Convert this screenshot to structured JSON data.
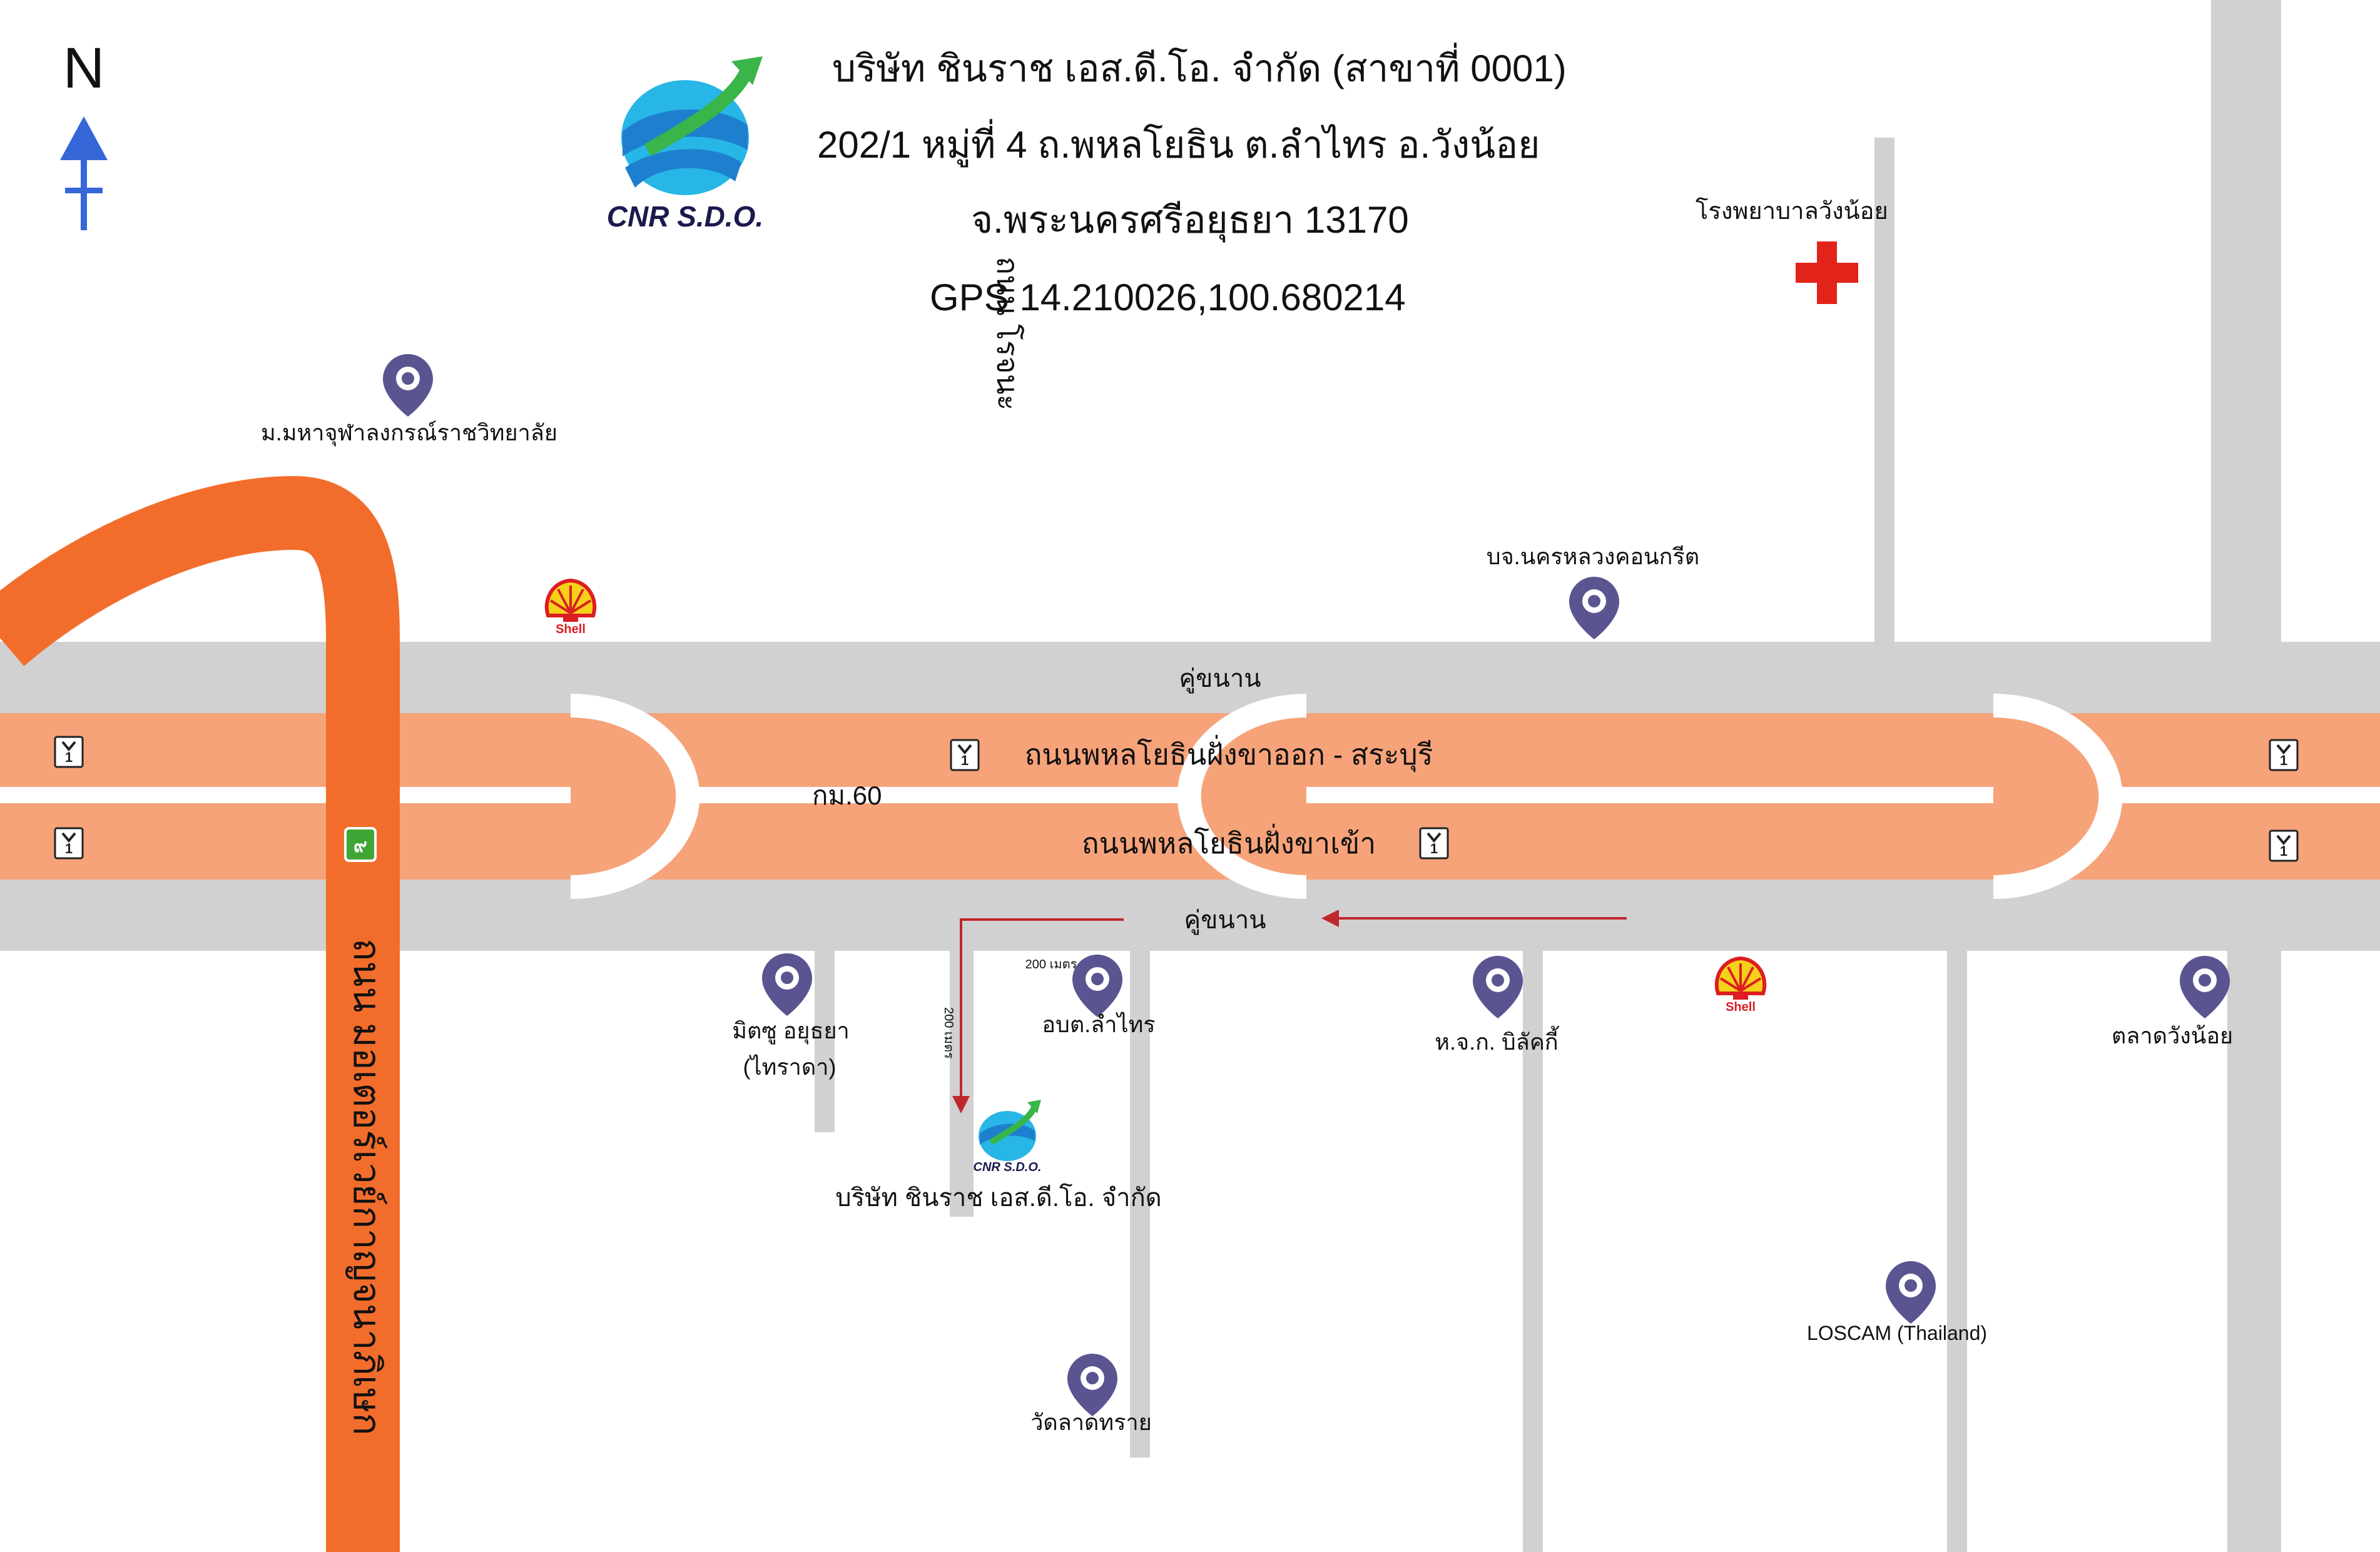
{
  "compass": {
    "label": "N"
  },
  "company_header": {
    "logo_text": "CNR S.D.O.",
    "line1": "บริษัท ชินราช เอส.ดี.โอ. จำกัด (สาขาที่ 0001)",
    "line2": "202/1 หมู่ที่ 4 ถ.พหลโยธิน ต.ลำไทร อ.วังน้อย",
    "line3": "จ.พระนครศรีอยุธยา 13170",
    "gps": "GPS 14.210026,100.680214"
  },
  "roads": {
    "frontage_north": "คู่ขนาน",
    "frontage_south": "คู่ขนาน",
    "phahonyothin_outbound": "ถนนพหลโยธินฝั่งขาออก - สระบุรี",
    "phahonyothin_inbound": "ถนนพหลโยธินฝั่งขาเข้า",
    "km_marker": "กม.60",
    "motorway_label": "ถนน มอเตอร์เวย์กาญจนาภิเษก",
    "motorway_shield": "๙",
    "route_shield": "1",
    "rojana_road": "ถนน โรจนะ",
    "distance_vertical": "200 เมตร",
    "distance_horizontal": "200 เมตร"
  },
  "landmarks": {
    "hospital": "โรงพยาบาลวังน้อย",
    "university": "ม.มหาจุฬาลงกรณ์ราชวิทยาลัย",
    "concrete": "บจ.นครหลวงคอนกรีต",
    "mitsu_line1": "มิตซู อยุธยา",
    "mitsu_line2": "(ไทราดา)",
    "obt": "อบต.ลำไทร",
    "billiky": "ห.จ.ก. บิลัคกี้",
    "market": "ตลาดวังน้อย",
    "company_destination": "บริษัท ชินราช เอส.ดี.โอ. จำกัด",
    "loscam": "LOSCAM (Thailand)",
    "temple": "วัดลาดทราย",
    "shell_text": "Shell"
  },
  "colors": {
    "road_gray": "#d1d1d1",
    "highway_orange": "#f6a37a",
    "motorway_orange": "#f26d2c",
    "pin_purple": "#5a5590",
    "compass_blue": "#3567d9",
    "arrow_red": "#c0272d",
    "hospital_red": "#e2231a",
    "motorway_shield_green": "#3fa535",
    "shell_yellow": "#f6d11a",
    "shell_red": "#dd1d21",
    "logo_blue": "#1e7fcf",
    "logo_cyan": "#27b6e6",
    "logo_green": "#39b54a"
  },
  "icons": {
    "compass": "north-arrow-icon",
    "hospital": "red-cross-icon",
    "pin": "map-pin-icon",
    "shell": "shell-logo-icon",
    "route": "highway-route-shield-icon",
    "motorway": "motorway-shield-icon",
    "logo": "cnr-sdo-logo"
  }
}
